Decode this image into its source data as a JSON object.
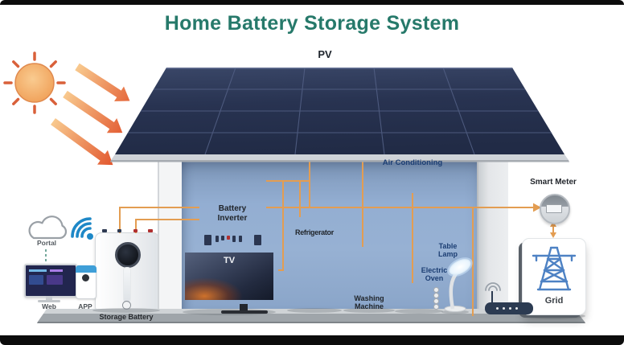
{
  "title": {
    "text": "Home Battery Storage System"
  },
  "pv": {
    "label": "PV"
  },
  "portal": {
    "label": "Portal"
  },
  "web": {
    "label": "Web"
  },
  "app": {
    "label": "APP"
  },
  "inverter": {
    "label": "Battery\nInverter"
  },
  "storage_battery": {
    "label": "Storage Battery"
  },
  "tv": {
    "label": "TV"
  },
  "refrigerator": {
    "label": "Refrigerator"
  },
  "washing_machine": {
    "label": "Washing\nMachine"
  },
  "air_conditioning": {
    "label": "Air Conditioning"
  },
  "electric_oven": {
    "label": "Electric\nOven"
  },
  "table_lamp": {
    "label": "Table\nLamp"
  },
  "smart_meter": {
    "label": "Smart Meter"
  },
  "grid": {
    "label": "Grid"
  },
  "colors": {
    "title_teal": "#26796a",
    "wire_orange": "#e39d52",
    "navy_label": "#1c3e73",
    "wall_blue": "#93aed2",
    "pv_panel_navy": "#273350",
    "wifi_blue": "#1e88c7",
    "pylon_blue": "#4e82c4",
    "sun_orange": "#f0a058",
    "arrow_red": "#e2572e"
  },
  "icons": {
    "sun": "orange sun with rays",
    "sunlight-arrows": "three orange gradient arrows toward panel",
    "cloud": "outline cloud (portal)",
    "wifi": "blue wifi arcs",
    "solar-panel": "dark PV roof array 5x4 cells",
    "power-pylon": "blue transmission tower",
    "wifi-router": "dark router with antenna"
  }
}
